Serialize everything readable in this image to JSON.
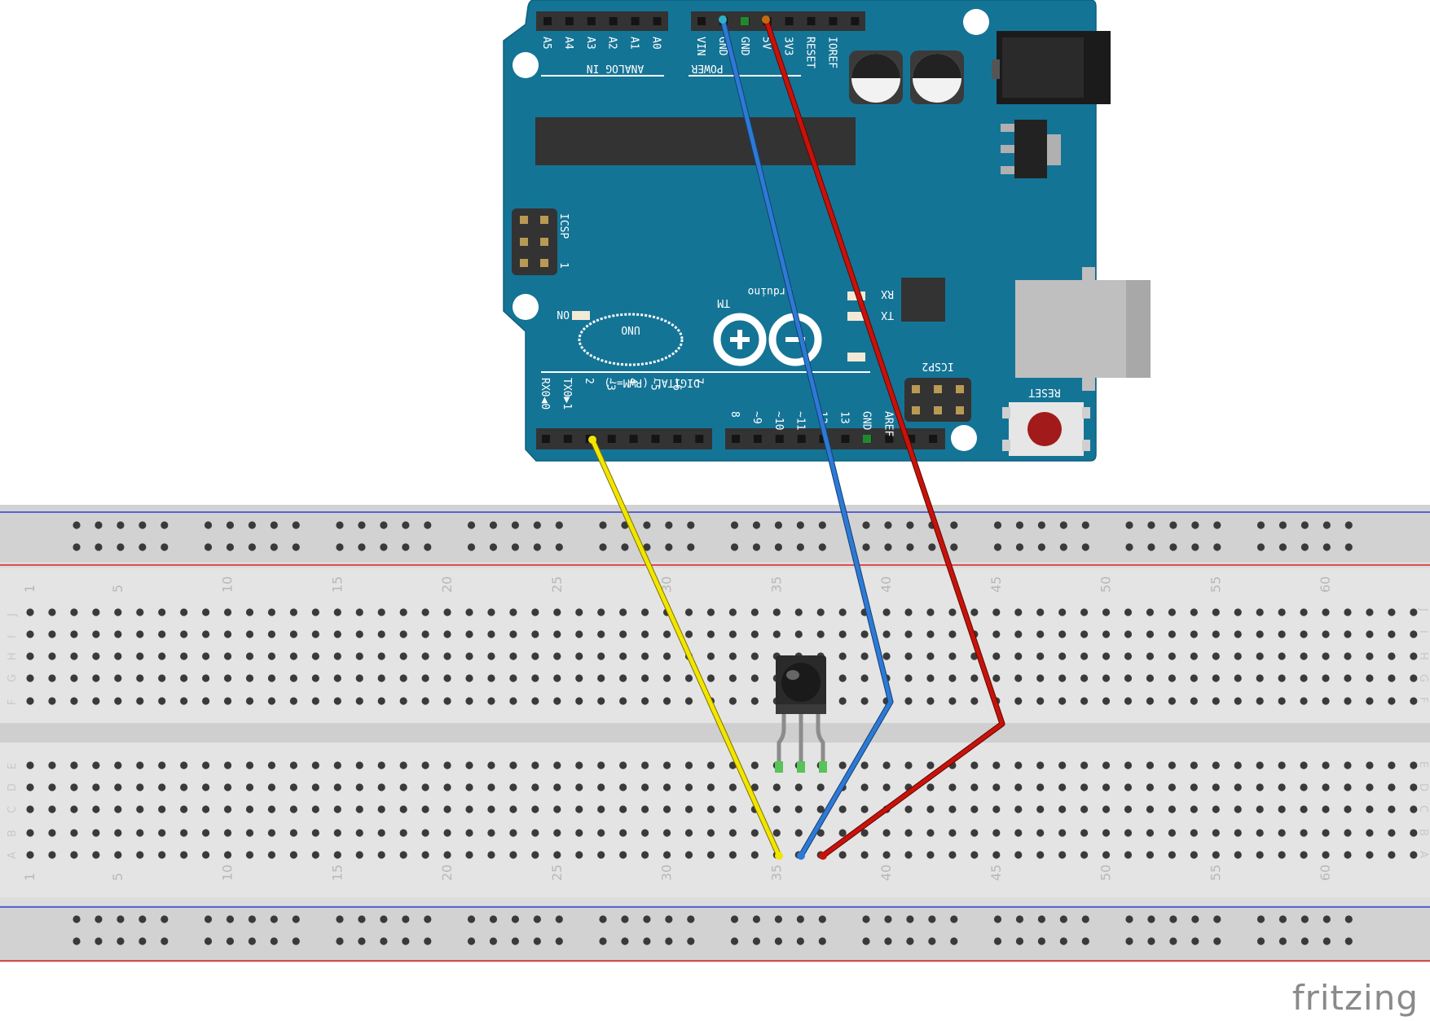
{
  "logo": "fritzing",
  "arduino": {
    "brand": "Arduino",
    "tm": "TM",
    "model": "UNO",
    "icsp1": "ICSP",
    "icsp1_mark": "1",
    "icsp2": "ICSP2",
    "reset": "RESET",
    "on": "ON",
    "rx": "RX",
    "tx": "TX",
    "analog_label": "ANALOG IN",
    "power_label": "POWER",
    "digital_label": "DIGITAL (PWM=~)",
    "analog_pins": [
      "A5",
      "A4",
      "A3",
      "A2",
      "A1",
      "A0"
    ],
    "power_pins": [
      "VIN",
      "GND",
      "GND",
      "5V",
      "3V3",
      "RESET",
      "IOREF"
    ],
    "digital_pins_low": [
      "RX0◀0",
      "TX0▶1",
      "2",
      "~3",
      "4",
      "~5",
      "~6",
      "7"
    ],
    "digital_pins_high": [
      "8",
      "~9",
      "~10",
      "~11",
      "12",
      "13",
      "GND",
      "AREF"
    ]
  },
  "breadboard": {
    "column_numbers": [
      "1",
      "5",
      "10",
      "15",
      "20",
      "25",
      "30",
      "35",
      "40",
      "45",
      "50",
      "55",
      "60"
    ],
    "rows_top": [
      "J",
      "I",
      "H",
      "G",
      "F"
    ],
    "rows_bottom": [
      "E",
      "D",
      "C",
      "B",
      "A"
    ]
  },
  "wires": [
    {
      "color": "#f2e600",
      "from": "D2",
      "to": "breadboard A35"
    },
    {
      "color": "#2d7ad6",
      "from": "GND",
      "to": "breadboard A36"
    },
    {
      "color": "#c8120a",
      "from": "5V",
      "to": "breadboard A37"
    }
  ]
}
